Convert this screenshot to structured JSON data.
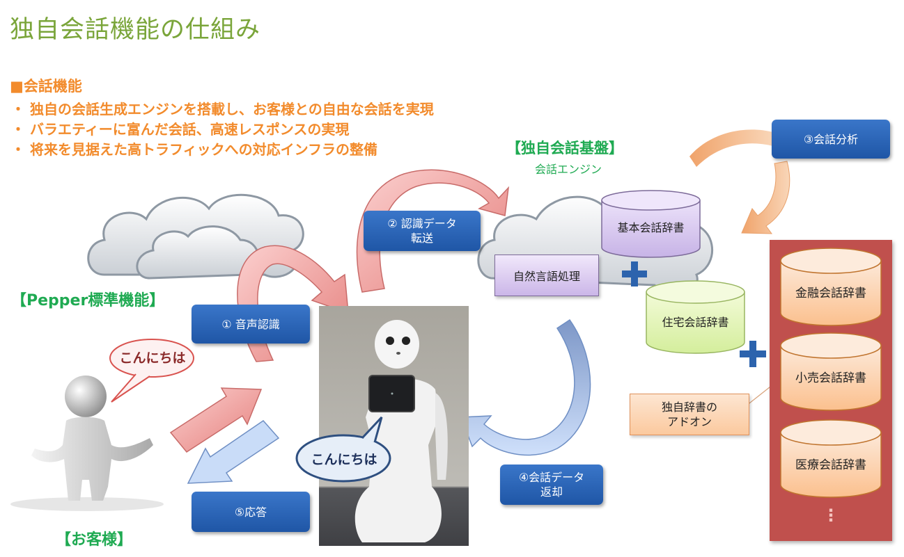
{
  "title": "独自会話機能の仕組み",
  "features": {
    "heading": "■会話機能",
    "bullets": [
      "・ 独自の会話生成エンジンを搭載し、お客様との自由な会話を実現",
      "・ バラエティーに富んだ会話、高速レスポンスの実現",
      "・ 将来を見据えた高トラフィックへの対応インフラの整備"
    ]
  },
  "platform": {
    "title": "【独自会話基盤】",
    "subtitle": "会話エンジン",
    "nlp_box": "自然言語処理",
    "base_dictionary": "基本会話辞書",
    "housing_dictionary": "住宅会話辞書"
  },
  "pepper_standard": "【Pepper標準機能】",
  "customer_label": "【お客様】",
  "speech": {
    "customer": "こんにちは",
    "robot": "こんにちは"
  },
  "steps": [
    {
      "label": "① 音声認識"
    },
    {
      "label": "② 認識データ",
      "label2": "転送"
    },
    {
      "label": "③会話分析"
    },
    {
      "label": "④会話データ",
      "label2": "返却"
    },
    {
      "label": "⑤応答"
    }
  ],
  "addon": {
    "callout_line1": "独自辞書の",
    "callout_line2": "アドオン",
    "dictionaries": [
      "金融会話辞書",
      "小売会話辞書",
      "医療会話辞書"
    ],
    "ellipsis": "⋮"
  },
  "colors": {
    "title_green": "#7aa53a",
    "accent_orange": "#f28b2c",
    "label_green": "#1faa52",
    "step_blue": "#2a63b4",
    "addon_panel": "#c0504d"
  }
}
